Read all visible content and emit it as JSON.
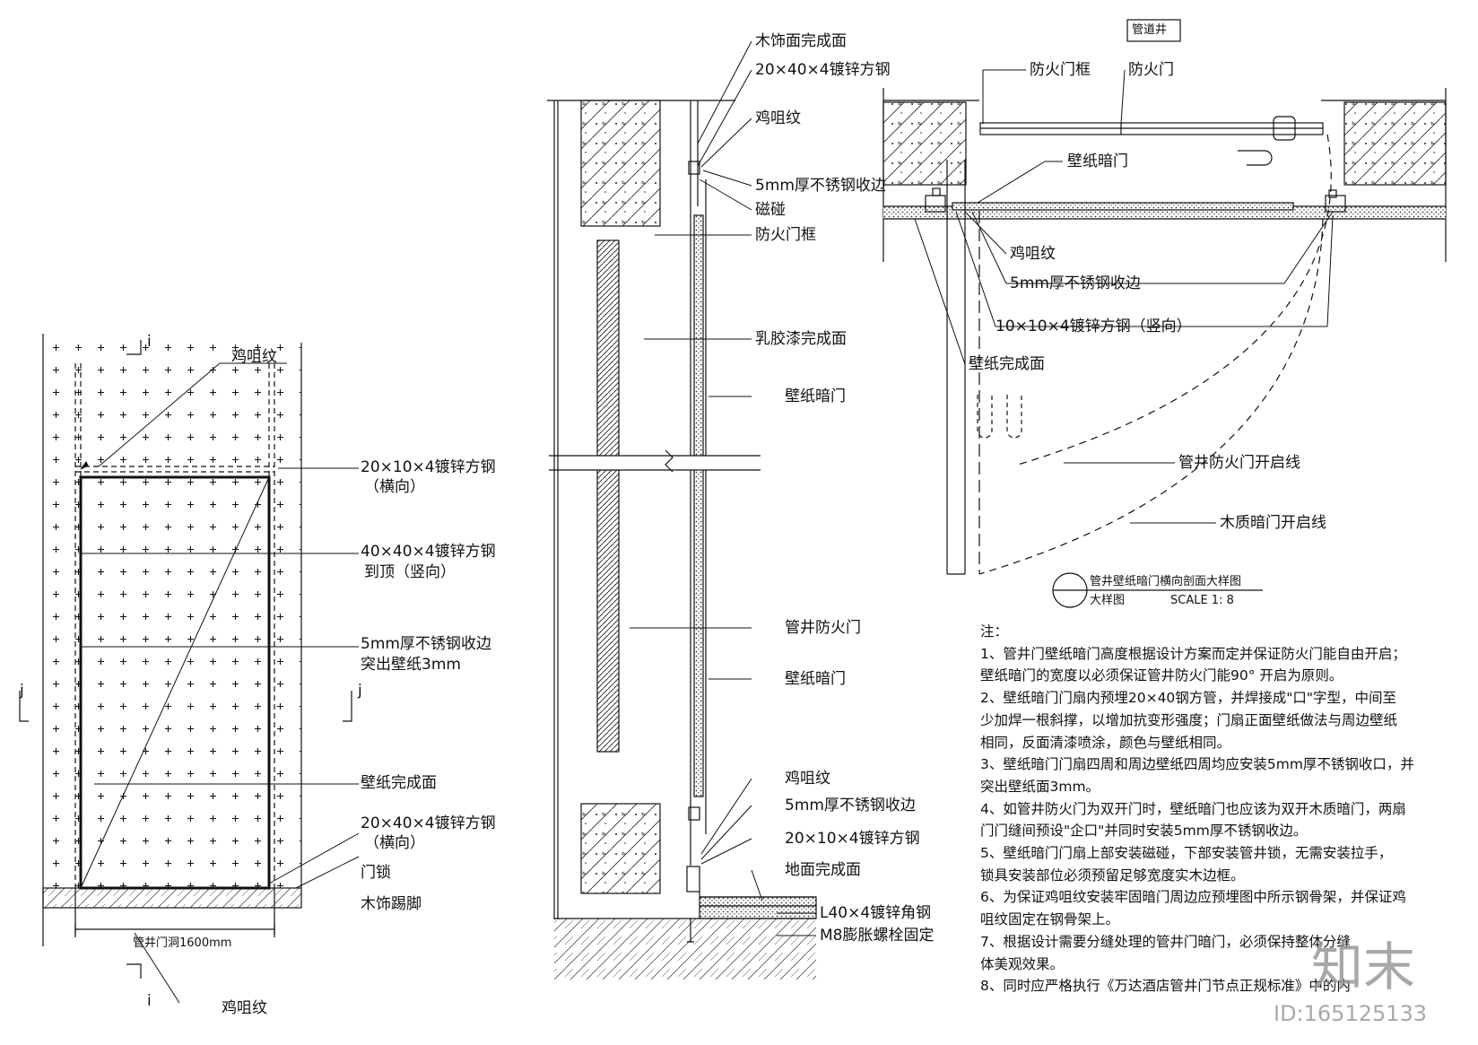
{
  "section_mark": "i",
  "section_mark_j": "j",
  "left_elevation": {
    "labels": {
      "chicken_weld_top": "鸡咀纹",
      "tube_20x10_h_1": "20×10×4镀锌方钢",
      "tube_20x10_h_1b": "（横向）",
      "tube_40x40_1": "40×40×4镀锌方钢",
      "tube_40x40_2": "到顶（竖向）",
      "ss_edge_1": "5mm厚不锈钢收边",
      "ss_edge_2": "突出壁纸3mm",
      "wallpaper_finish": "壁纸完成面",
      "tube_20x40_h_1": "20×40×4镀锌方钢",
      "tube_20x40_h_1b": "（横向）",
      "door_lock": "门锁",
      "wood_skirting": "木饰踢脚",
      "chicken_weld_bottom": "鸡咀纹",
      "width_dim": "管井门洞1600mm"
    }
  },
  "section": {
    "labels": {
      "wood_finish": "木饰面完成面",
      "tube_20x40": "20×40×4镀锌方钢",
      "chicken_weld_1": "鸡咀纹",
      "ss_edge_1": "5mm厚不锈钢收边",
      "magnet": "磁碰",
      "fire_door_frame": "防火门框",
      "latex_paint": "乳胶漆完成面",
      "wallpaper_door_1": "壁纸暗门",
      "shaft_fire_door": "管井防火门",
      "wallpaper_door_2": "壁纸暗门",
      "chicken_weld_2": "鸡咀纹",
      "ss_edge_2": "5mm厚不锈钢收边",
      "tube_20x10": "20×10×4镀锌方钢",
      "floor_finish": "地面完成面",
      "angle_steel": "L40×4镀锌角钢",
      "bolt": "M8膨胀螺栓固定"
    }
  },
  "plan": {
    "title_tag": "管道井",
    "labels": {
      "fire_door_frame": "防火门框",
      "fire_door": "防火门",
      "wallpaper_door": "壁纸暗门",
      "chicken_weld": "鸡咀纹",
      "ss_edge": "5mm厚不锈钢收边",
      "tube_10x10": "10×10×4镀锌方钢（竖向）",
      "wallpaper_finish": "壁纸完成面",
      "fire_door_swing": "管井防火门开启线",
      "wood_door_swing": "木质暗门开启线"
    },
    "drawing_title": "管井壁纸暗门横向剖面大样图",
    "drawing_subtitle": "大样图",
    "scale": "SCALE 1: 8"
  },
  "notes": {
    "heading": "注：",
    "lines": [
      "1、管井门壁纸暗门高度根据设计方案而定并保证防火门能自由开启；",
      "壁纸暗门的宽度以必须保证管井防火门能90°  开启为原则。",
      "2、壁纸暗门门扇内预埋20×40钢方管，并焊接成\"口\"字型，中间至",
      "少加焊一根斜撑，以增加抗变形强度；门扇正面壁纸做法与周边壁纸",
      "相同，反面清漆喷涂，颜色与壁纸相同。",
      "3、壁纸暗门门扇四周和周边壁纸四周均应安装5mm厚不锈钢收口，并",
      "突出壁纸面3mm。",
      "4、如管井防火门为双开门时，壁纸暗门也应该为双开木质暗门，两扇",
      "门门缝间预设\"企口\"并同时安装5mm厚不锈钢收边。",
      "5、壁纸暗门门扇上部安装磁碰，下部安装管井锁，无需安装拉手，",
      "锁具安装部位必须预留足够宽度实木边框。",
      "6、为保证鸡咀纹安装牢固暗门周边应预埋图中所示钢骨架，并保证鸡",
      "咀纹固定在钢骨架上。",
      "7、根据设计需要分缝处理的管井门暗门，必须保持整体分缝",
      "体美观效果。",
      "8、同时应严格执行《万达酒店管井门节点正规标准》中的内"
    ]
  },
  "watermark": {
    "logo_text": "知末",
    "id_text": "ID:165125133"
  },
  "colors": {
    "ink": "#111111",
    "watermark": "#9a9a9a",
    "background": "#ffffff"
  }
}
